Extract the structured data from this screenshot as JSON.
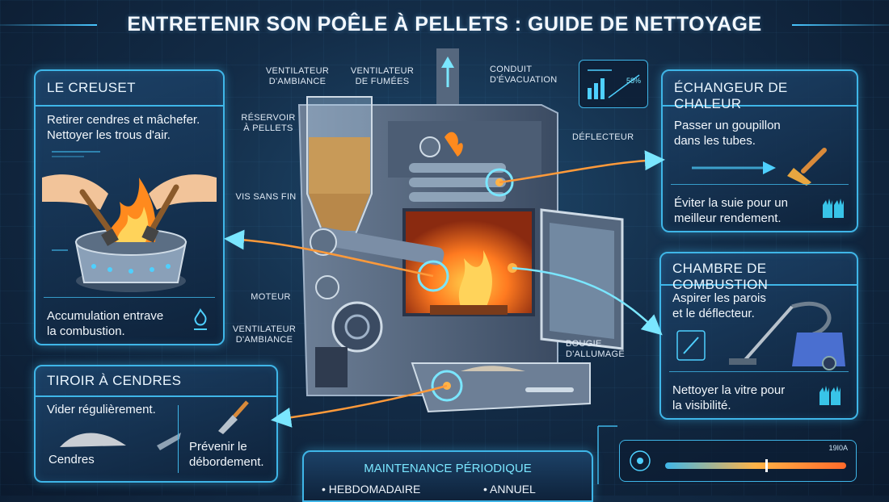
{
  "title": "ENTRETENIR SON POÊLE À PELLETS : GUIDE DE NETTOYAGE",
  "panels": {
    "creuset": {
      "title": "LE CREUSET",
      "text1": "Retirer cendres et mâchefer.",
      "text2": "Nettoyer les trous d'air.",
      "bottom1": "Accumulation entrave",
      "bottom2": "la combustion."
    },
    "tiroir": {
      "title": "TIROIR À CENDRES",
      "text1": "Vider régulièrement.",
      "ash_label": "Cendres",
      "prevent1": "Prévenir le",
      "prevent2": "débordement."
    },
    "echangeur": {
      "title": "ÉCHANGEUR DE CHALEUR",
      "text1": "Passer un goupillon",
      "text2": "dans les tubes.",
      "bottom1": "Éviter la suie pour un",
      "bottom2": "meilleur rendement."
    },
    "chambre": {
      "title": "CHAMBRE DE COMBUSTION",
      "text1": "Aspirer les parois",
      "text2": "et le déflecteur.",
      "bottom1": "Nettoyer la vitre pour",
      "bottom2": "la visibilité."
    }
  },
  "callouts": {
    "ventilateur_ambiance_top": [
      "VENTILATEUR",
      "D'AMBIANCE"
    ],
    "ventilateur_fumees": [
      "VENTILATEUR",
      "DE FUMÉES"
    ],
    "conduit": [
      "CONDUIT",
      "D'ÉVACUATION"
    ],
    "reservoir": [
      "RÉSERVOIR",
      "À PELLETS"
    ],
    "deflecteur": [
      "DÉFLECTEUR"
    ],
    "vis": [
      "VIS SANS FIN"
    ],
    "moteur": [
      "MOTEUR"
    ],
    "ventilateur_ambiance_bottom": [
      "VENTILATEUR",
      "D'AMBIANCE"
    ],
    "bougie": [
      "BOUGIE",
      "D'ALLUMAGE"
    ]
  },
  "maintenance": {
    "title": "MAINTENANCE PÉRIODIQUE",
    "items": [
      "HEBDOMADAIRE",
      "ANNUEL"
    ]
  },
  "monitor": {
    "value": "58%",
    "gauge_label": "19I0A"
  },
  "colors": {
    "accent": "#3fb6e8",
    "flame": "#ff8a1e",
    "arrow": "#7ae6ff"
  }
}
